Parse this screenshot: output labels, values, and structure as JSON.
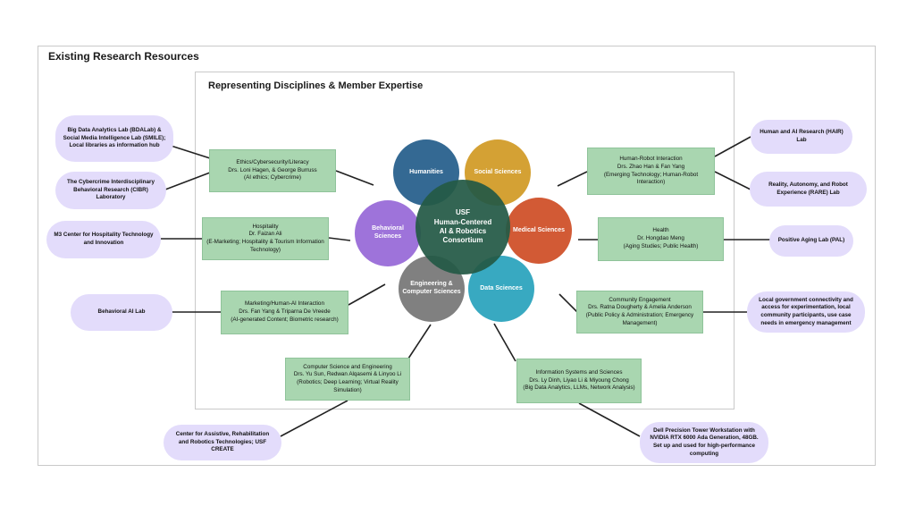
{
  "outer_title": "Existing Research Resources",
  "inner_title": "Representing Disciplines & Member Expertise",
  "center": {
    "line1": "USF",
    "line2": "Human-Centered",
    "line3": "AI & Robotics",
    "line4": "Consortium",
    "color": "#245a46"
  },
  "disciplines": [
    {
      "label": "Humanities",
      "color": "#2e6590"
    },
    {
      "label": "Social Sciences",
      "color": "#d29c2a"
    },
    {
      "label": "Medical Sciences",
      "color": "#d0522b"
    },
    {
      "label": "Data Sciences",
      "color": "#2ea5be"
    },
    {
      "label": "Engineering & Computer Sciences",
      "color": "#7a7a7a"
    },
    {
      "label": "Behavioral Sciences",
      "color": "#9b6fd9"
    }
  ],
  "expertise": {
    "ethics": {
      "title": "Ethics/Cybersecurity/Literacy",
      "people": "Drs. Loni Hagen, & George Burruss",
      "topics": "(AI ethics; Cybercrime)"
    },
    "hospitality": {
      "title": "Hospitality",
      "people": "Dr. Faizan Ali",
      "topics": "(E-Marketing; Hospitality & Tourism Information Technology)"
    },
    "marketing": {
      "title": "Marketing/Human-AI Interaction",
      "people": "Drs.  Fan Yang & Triparna De Vreede",
      "topics": "(AI-generated Content; Biometric research)"
    },
    "cse": {
      "title": "Computer Science and Engineering",
      "people": "Drs. Yu Sun, Redwan Alqasemi & Linyoo Li",
      "topics": "(Robotics; Deep Learning; Virtual Reality Simulation)"
    },
    "isds": {
      "title": "Information Systems and Sciences",
      "people": "Drs. Ly Dinh, Liyao Li & Miyoung Chong",
      "topics": "(Big Data Analytics, LLMs, Network Analysis)"
    },
    "community": {
      "title": "Community Engagement",
      "people": "Drs. Ratna Dougherty & Amelia Anderson",
      "topics": "(Public Policy & Administration; Emergency Management)"
    },
    "health": {
      "title": "Health",
      "people": "Dr. Hongdao Meng",
      "topics": "(Aging Studies; Public Health)"
    },
    "hri": {
      "title": "Human-Robot Interaction",
      "people": "Drs. Zhao Han & Fan Yang",
      "topics": "(Emerging Technology; Human-Robot Interaction)"
    }
  },
  "resources": {
    "bdalab": "Big Data Analytics Lab (BDALab) & Social Media Intelligence Lab (SMILE); Local libraries as information hub",
    "cibr": "The Cybercrime Interdisciplinary Behavioral Research (CIBR) Laboratory",
    "m3": "M3 Center for Hospitality Technology and Innovation",
    "behavioral_ai": "Behavioral AI Lab",
    "create": "Center for Assistive, Rehabilitation and Robotics Technologies; USF CREATE",
    "dell": "Dell Precision Tower Workstation with NVIDIA RTX 6000 Ada Generation, 48GB. Set up and used for high-performance computing",
    "local_gov": "Local government connectivity and access for experimentation, local community participants, use case needs in emergency management",
    "pal": "Positive Aging Lab (PAL)",
    "rare": "Reality, Autonomy, and Robot Experience (RARE) Lab",
    "hair": "Human and AI Research (HAIR) Lab"
  }
}
